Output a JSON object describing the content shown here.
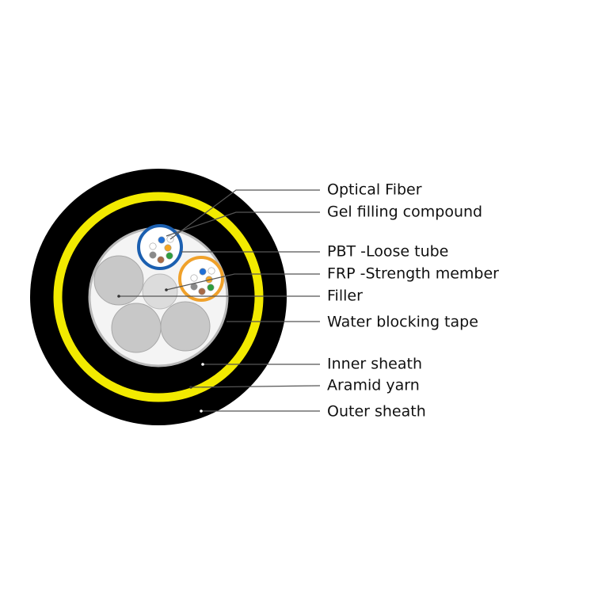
{
  "labels": [
    {
      "id": "optical-fiber",
      "text": "Optical Fiber"
    },
    {
      "id": "gel-filling-compound",
      "text": "Gel filling compound"
    },
    {
      "id": "pbt-loose-tube",
      "text": "PBT -Loose tube"
    },
    {
      "id": "frp-strength-member",
      "text": "FRP -Strength member"
    },
    {
      "id": "filler",
      "text": "Filler"
    },
    {
      "id": "water-blocking-tape",
      "text": "Water blocking tape"
    },
    {
      "id": "inner-sheath",
      "text": "Inner sheath"
    },
    {
      "id": "aramid-yarn",
      "text": "Aramid yarn"
    },
    {
      "id": "outer-sheath",
      "text": "Outer sheath"
    }
  ],
  "colors": {
    "outer_sheath": "#000000",
    "aramid_yarn": "#f2ea00",
    "inner_sheath": "#000000",
    "water_blocking_tape": "#b8b8b8",
    "core_fill": "#f4f4f4",
    "filler": "#c8c8c8",
    "frp": "#dcdcdc",
    "tube_blue": "#1b5fb0",
    "tube_orange": "#f0a12a",
    "fiber_colors": [
      "#1f6fd6",
      "#f5a623",
      "#2e9e3e",
      "#a86a45",
      "#8a8a8a",
      "#ffffff"
    ]
  }
}
